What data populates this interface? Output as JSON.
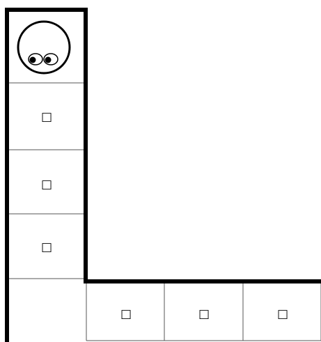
{
  "game": {
    "type": "grid-maze",
    "colors": {
      "background": "#ffffff",
      "wall": "#000000",
      "grid_line": "#555555",
      "character_face": "#ffffff",
      "character_outline": "#000000",
      "pupil": "#000000"
    },
    "player": {
      "icon": "round-face-with-eyes-icon",
      "looking": "left",
      "cell": "column-1-row-1"
    },
    "cells": [
      {
        "id": "column-1-row-1",
        "content": "player",
        "marker": ""
      },
      {
        "id": "column-1-row-2",
        "content": "empty-square",
        "marker": "□"
      },
      {
        "id": "column-1-row-3",
        "content": "empty-square",
        "marker": "□"
      },
      {
        "id": "column-1-row-4",
        "content": "empty-square",
        "marker": "□"
      },
      {
        "id": "column-1-row-5",
        "content": "empty",
        "marker": ""
      },
      {
        "id": "column-2-row-5",
        "content": "empty-square",
        "marker": "□"
      },
      {
        "id": "column-3-row-5",
        "content": "empty-square",
        "marker": "□"
      },
      {
        "id": "column-4-row-5",
        "content": "empty-square",
        "marker": "□"
      }
    ]
  }
}
